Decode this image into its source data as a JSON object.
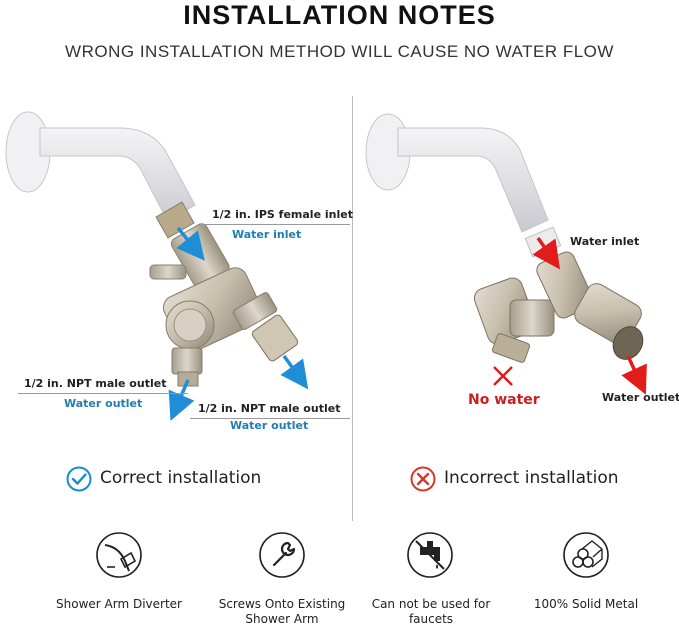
{
  "header": {
    "title": "INSTALLATION NOTES",
    "subtitle": "WRONG INSTALLATION METHOD WILL CAUSE NO WATER FLOW"
  },
  "left_panel": {
    "inlet_label": "1/2 in. IPS female inlet",
    "inlet_sub": "Water inlet",
    "outlet1_label": "1/2 in. NPT male outlet",
    "outlet1_sub": "Water outlet",
    "outlet2_label": "1/2 in. NPT male outlet",
    "outlet2_sub": "Water outlet",
    "status": "Correct installation"
  },
  "right_panel": {
    "inlet_label": "Water inlet",
    "no_water": "No water",
    "outlet_label": "Water outlet",
    "status": "Incorrect installation"
  },
  "features": [
    {
      "label": "Shower Arm Diverter",
      "icon": "shower-arm-icon"
    },
    {
      "label": "Screws Onto Existing Shower Arm",
      "icon": "wrench-icon"
    },
    {
      "label": "Can not be used for faucets",
      "icon": "faucet-icon"
    },
    {
      "label": "100% Solid Metal",
      "icon": "metal-bars-icon"
    }
  ],
  "colors": {
    "arrow_blue": "#1f8ed6",
    "arrow_red": "#e21b1b",
    "label_blue": "#1f7fb0",
    "label_red": "#cc1f1f",
    "check_blue": "#1a8ad4"
  }
}
